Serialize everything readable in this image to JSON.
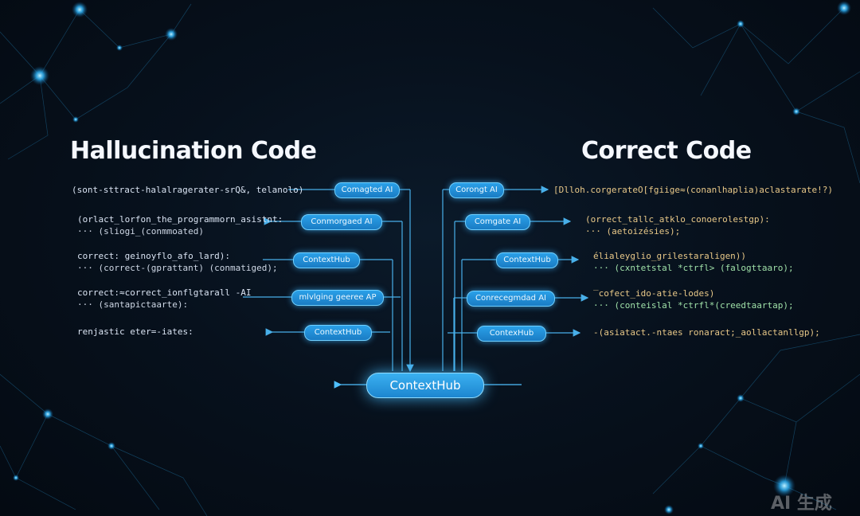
{
  "left": {
    "title": "Hallucination Code",
    "lines": [
      {
        "main": "(sont-sttract-halal‪ragerater-srQ&, telanolo)",
        "sub": ""
      },
      {
        "main": "(orlact_lorfon_the_programmorn_asistnt:",
        "sub": "···   (sliogi_(conmmoated)"
      },
      {
        "main": "correct: geinoyflo_afo_lard):",
        "sub": "···   (correct-(gprattant) (conmatiged);"
      },
      {
        "main": "correct:≈correct_ionflgtarall -AI",
        "sub": "···   (santapictaarte):"
      },
      {
        "main": "renjastic eter=-iates:",
        "sub": ""
      }
    ],
    "pills": [
      "Comagted AI",
      "Conmorgaed AI",
      "ContextHub",
      "mlvlging geeree AP",
      "ContextHub"
    ]
  },
  "right": {
    "title": "Correct Code",
    "lines": [
      {
        "main": "[Dlloh.corgerateO[fgiige≈(conanlhaplia)aclastarate!?)",
        "sub": ""
      },
      {
        "main": "(orrect_tallc_atklo_conoerolestgp):",
        "sub": "···   (aetoizésies);"
      },
      {
        "main": "élialeyglio_grilestaraligen))",
        "sub": "···     (cxntetstal *ctrfl> (falogttaaro);"
      },
      {
        "main": "‾cofect_ido-atie-lodes)",
        "sub": "···   (conteislal *ctrfl*(creedtaartap);"
      },
      {
        "main": "-(asiatact.-ntaes ronaract;_aollactanllgp);",
        "sub": ""
      }
    ],
    "pills": [
      "Corongt AI",
      "Comgate AI",
      "ContextHub",
      "Conrecegmdad AI",
      "ContexHub"
    ]
  },
  "hub": {
    "label": "ContextHub"
  },
  "watermark": "AI 生成",
  "colors": {
    "accent": "#2aa0e8",
    "glow": "#6fd0ff",
    "background": "#07111d"
  }
}
